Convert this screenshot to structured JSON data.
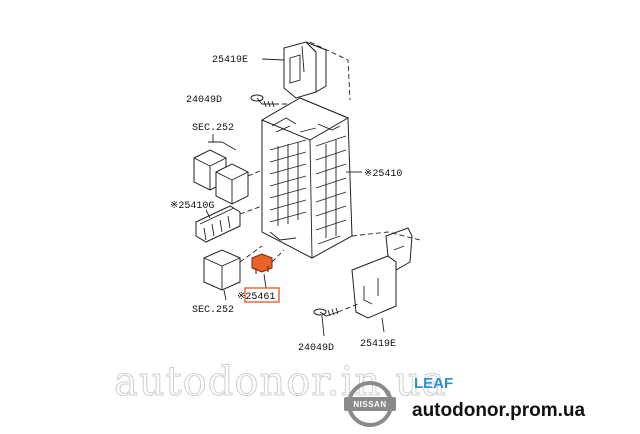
{
  "labels": {
    "bracket_top": "25419E",
    "screw_top": "24049D",
    "sec_top": "SEC.252",
    "junction_box": "※25410",
    "relay_holder": "※25410G",
    "fuse_highlight": "※25461",
    "sec_bottom": "SEC.252",
    "screw_bottom": "24049D",
    "bracket_bottom": "25419E"
  },
  "watermark": "autodonor.in.ua",
  "brand": {
    "model": "LEAF",
    "logo_text": "NISSAN",
    "site": "autodonor.prom.ua"
  },
  "colors": {
    "highlight": "#e8622a",
    "model_text": "#2b8fd0",
    "logo": "#8a8a8a"
  }
}
